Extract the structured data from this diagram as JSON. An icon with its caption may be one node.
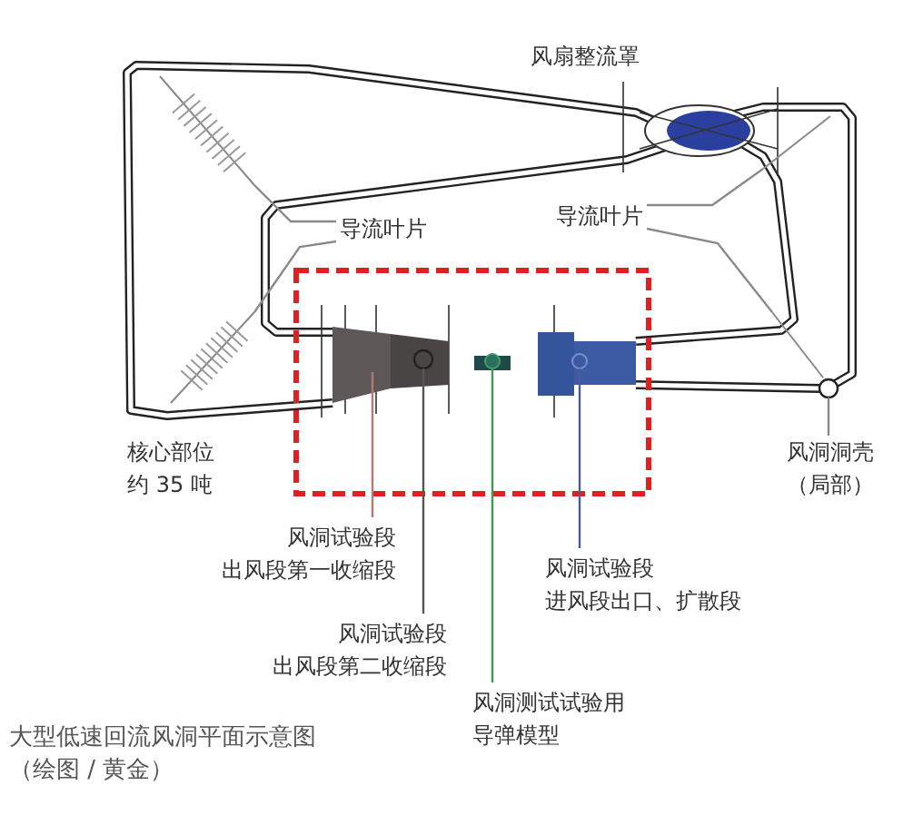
{
  "diagram": {
    "caption": "大型低速回流风洞平面示意图（绘图 / 黄金）",
    "nodes": [
      {
        "text": [
          "导流叶片"
        ]
      },
      {
        "text": [
          "导流叶片"
        ]
      },
      {
        "text": [
          "风洞洞壳（局部）"
        ]
      },
      {
        "text": [
          "风洞试验段出风段第一收缩段"
        ]
      },
      {
        "text": [
          "风洞试验段出风段第二收缩段"
        ]
      },
      {
        "text": [
          "风洞测试试验用导弹模型"
        ]
      },
      {
        "text": [
          "风洞试验段进风段出口、扩散段"
        ]
      },
      {
        "text": [],
        "shape": "vanes"
      },
      {
        "text": [],
        "shape": "vanes"
      },
      {
        "text": [],
        "shape": "vanes"
      },
      {
        "text": [],
        "shape": "vanes"
      },
      {
        "text": [],
        "shape": "circle"
      },
      {
        "text": [],
        "shape": "box"
      },
      {
        "text": [],
        "shape": "circle"
      },
      {
        "text": [],
        "shape": "model"
      },
      {
        "text": [],
        "shape": "box"
      }
    ],
    "edges": [
      {
        "from": 0,
        "to": 7,
        "arrow": "none"
      },
      {
        "from": 0,
        "to": 8,
        "arrow": "none"
      },
      {
        "from": 1,
        "to": 9,
        "arrow": "none"
      },
      {
        "from": 1,
        "to": 10,
        "arrow": "none"
      },
      {
        "from": 2,
        "to": 11,
        "arrow": "none"
      },
      {
        "from": 3,
        "to": 12,
        "arrow": "none",
        "color": "#b07a7a"
      },
      {
        "from": 4,
        "to": 13,
        "arrow": "none",
        "color": "#555555"
      },
      {
        "from": 5,
        "to": 14,
        "arrow": "none",
        "color": "#3f9a50"
      },
      {
        "from": 6,
        "to": 15,
        "arrow": "none",
        "color": "#4a5a9a"
      }
    ],
    "labels": [
      "风扇整流罩",
      "核心部位约 35 吨"
    ]
  }
}
